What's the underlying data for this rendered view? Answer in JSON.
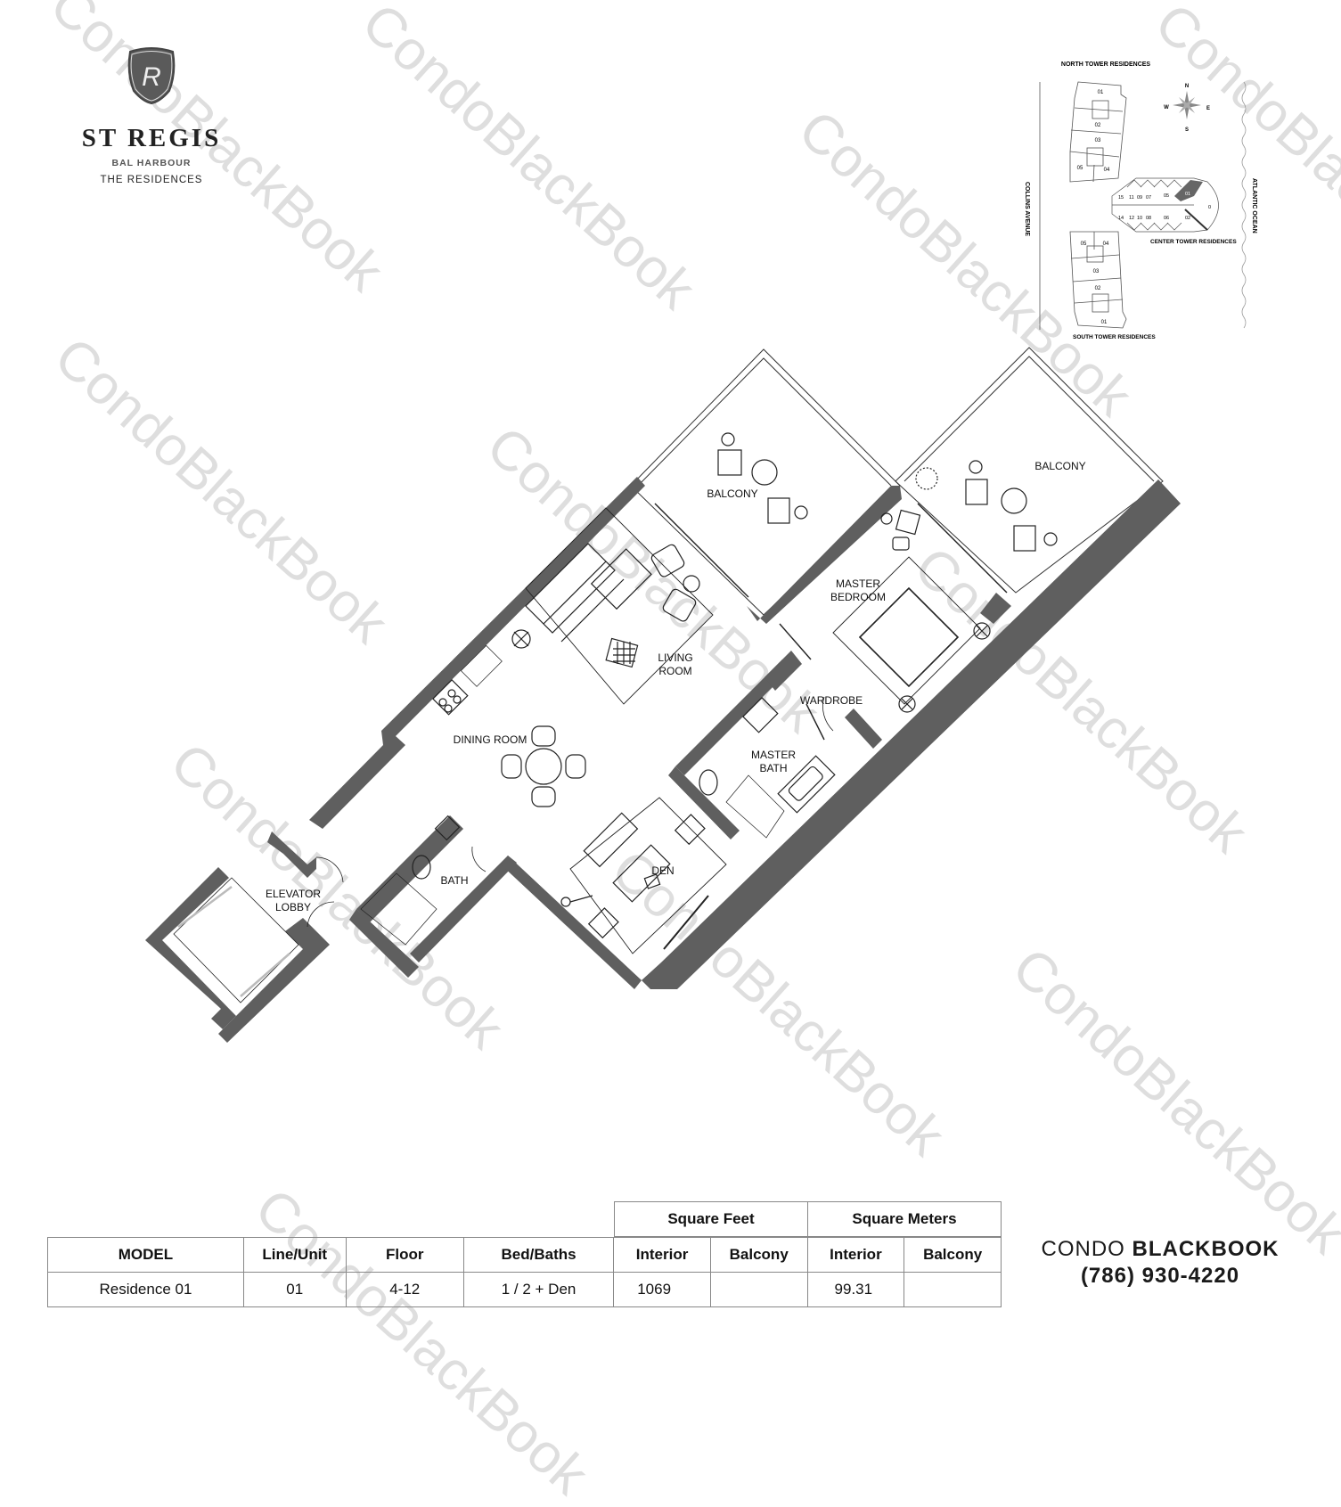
{
  "logo": {
    "crest_icon": "st-regis-crest-icon",
    "brand": "ST REGIS",
    "location": "BAL HARBOUR",
    "subtitle": "THE RESIDENCES"
  },
  "keyplan": {
    "north_tower": "NORTH TOWER RESIDENCES",
    "center_tower": "CENTER TOWER RESIDENCES",
    "south_tower": "SOUTH TOWER RESIDENCES",
    "street": "COLLINS AVENUE",
    "ocean": "ATLANTIC OCEAN",
    "compass": {
      "n": "N",
      "s": "S",
      "e": "E",
      "w": "W"
    },
    "north_units": [
      "01",
      "02",
      "03",
      "05",
      "04"
    ],
    "south_units": [
      "05",
      "04",
      "03",
      "02",
      "01"
    ],
    "center_upper_units": [
      "15",
      "11",
      "09",
      "07",
      "05",
      "01"
    ],
    "center_lower_units": [
      "14",
      "12",
      "10",
      "08",
      "06",
      "02"
    ],
    "center_end": "0",
    "highlighted_unit": "01",
    "highlight_color": "#666666"
  },
  "floorplan": {
    "wall_color": "#5f5f5f",
    "rooms": {
      "balcony_left": "BALCONY",
      "balcony_right": "BALCONY",
      "master_bedroom": [
        "MASTER",
        "BEDROOM"
      ],
      "living_room": [
        "LIVING",
        "ROOM"
      ],
      "wardrobe": "WARDROBE",
      "dining_room": "DINING ROOM",
      "master_bath": [
        "MASTER",
        "BATH"
      ],
      "den": "DEN",
      "bath": "BATH",
      "elevator_lobby": [
        "ELEVATOR",
        "LOBBY"
      ]
    }
  },
  "table": {
    "group_headers": {
      "square_feet": "Square Feet",
      "square_meters": "Square Meters"
    },
    "headers": [
      "MODEL",
      "Line/Unit",
      "Floor",
      "Bed/Baths",
      "Interior",
      "Balcony",
      "Interior",
      "Balcony"
    ],
    "row": [
      "Residence 01",
      "01",
      "4-12",
      "1 / 2 + Den",
      "1069",
      "",
      "99.31",
      ""
    ]
  },
  "contact": {
    "brand_light": "CONDO",
    "brand_bold": "BLACKBOOK",
    "phone": "(786) 930-4220"
  },
  "watermark": "CondoBlackBook"
}
